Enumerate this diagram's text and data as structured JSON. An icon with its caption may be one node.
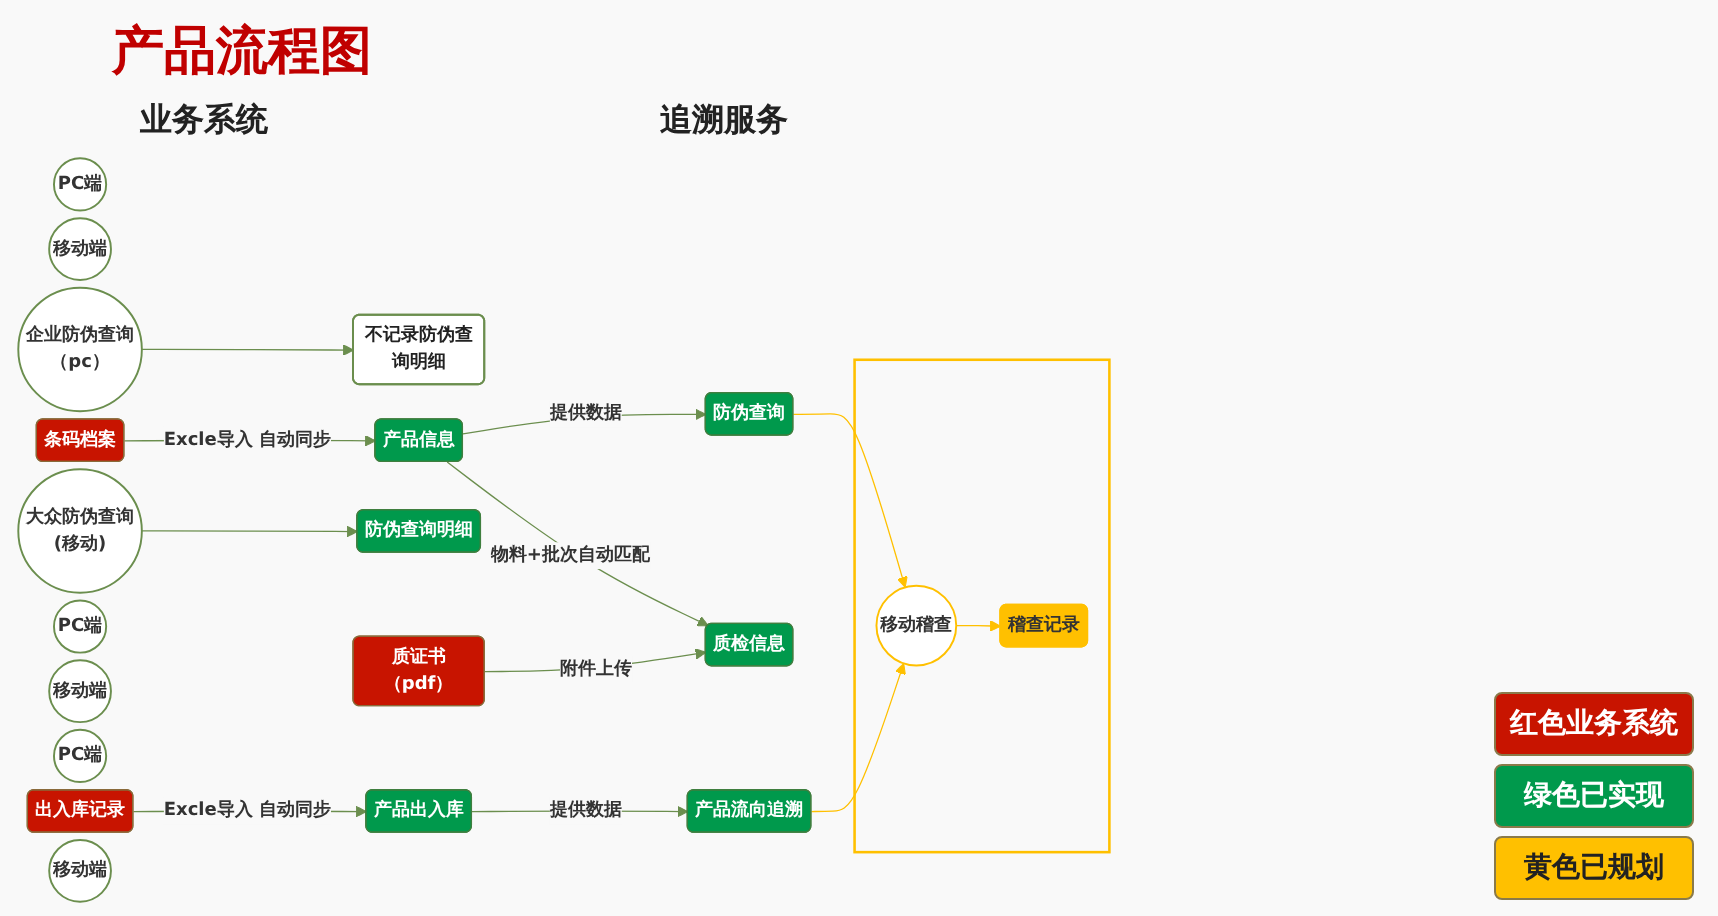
{
  "diagram": {
    "title": "产品流程图",
    "nodes": [
      {
        "text": [
          "PC端"
        ]
      },
      {
        "text": [
          "移动端"
        ]
      },
      {
        "text": [
          "不记录防伪查询明细"
        ]
      },
      {
        "text": [
          "企业防伪查询（pc）"
        ]
      },
      {
        "text": [
          "条码档案"
        ]
      },
      {
        "text": [
          "产品信息"
        ]
      },
      {
        "text": [
          "防伪查询"
        ]
      },
      {
        "text": [
          "防伪查询明细"
        ]
      },
      {
        "text": [
          "大众防伪查询(移动)"
        ]
      },
      {
        "text": [
          "质证书（pdf）"
        ]
      },
      {
        "text": [
          "质检信息"
        ]
      },
      {
        "text": [],
        "shape": "box"
      },
      {
        "text": [
          "移动稽查"
        ],
        "in": 11
      },
      {
        "text": [
          "稽查记录"
        ],
        "in": 11
      },
      {
        "text": [
          "PC端"
        ]
      },
      {
        "text": [
          "移动端"
        ]
      },
      {
        "text": [
          "PC端"
        ]
      },
      {
        "text": [
          "出入库记录"
        ]
      },
      {
        "text": [
          "产品出入库"
        ]
      },
      {
        "text": [
          "产品流向追溯"
        ]
      },
      {
        "text": [
          "移动端"
        ]
      }
    ],
    "edges": [
      {
        "from": 4,
        "to": 5,
        "arrow": "to",
        "label": "Excle导入 自动同步"
      },
      {
        "from": 5,
        "to": 6,
        "arrow": "to",
        "label": "提供数据"
      },
      {
        "from": 3,
        "to": 2,
        "arrow": "to"
      },
      {
        "from": 8,
        "to": 7,
        "arrow": "to"
      },
      {
        "from": 5,
        "to": 10,
        "arrow": "to",
        "label": "物料+批次自动匹配"
      },
      {
        "from": 9,
        "to": 10,
        "arrow": "to",
        "label": "附件上传"
      },
      {
        "from": 6,
        "to": 12,
        "arrow": "to",
        "color": "#ffc000"
      },
      {
        "from": 12,
        "to": 13,
        "arrow": "to",
        "color": "#ffc000"
      },
      {
        "from": 19,
        "to": 12,
        "arrow": "to",
        "color": "#ffc000"
      },
      {
        "from": 17,
        "to": 18,
        "arrow": "to",
        "label": "Excle导入 自动同步"
      },
      {
        "from": 18,
        "to": 19,
        "arrow": "to",
        "label": "提供数据"
      }
    ],
    "labels": [
      "业务系统",
      "追溯服务"
    ],
    "legend": [
      {
        "text": "红色业务系统",
        "color": "#c81400"
      },
      {
        "text": "绿色已实现",
        "color": "#00994c"
      },
      {
        "text": "黄色已规划",
        "color": "#ffc000"
      }
    ]
  }
}
